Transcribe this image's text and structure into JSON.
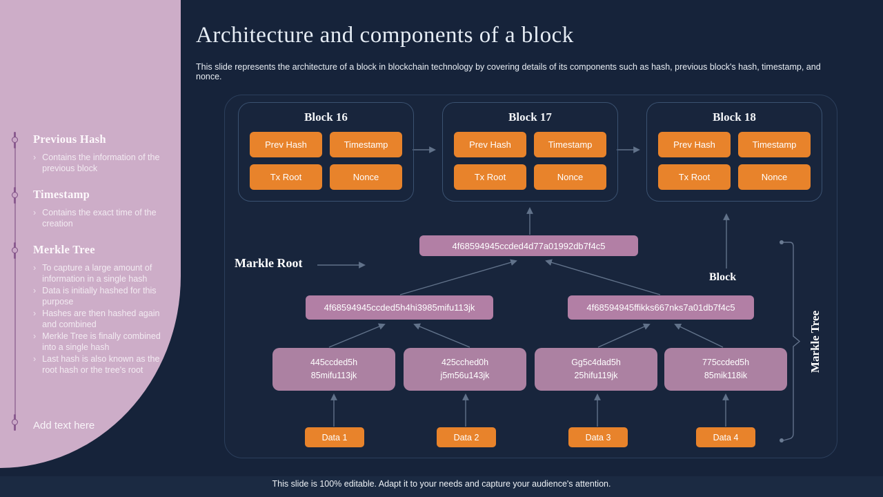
{
  "slide": {
    "title": "Architecture and components of a block",
    "subtitle": "This slide represents the architecture of a block in blockchain technology by covering details of its components such as hash, previous block's hash, timestamp, and nonce.",
    "footer": "This slide is 100% editable. Adapt it to your needs and capture your audience's attention."
  },
  "colors": {
    "background": "#16233a",
    "panel_pink": "#cdadc8",
    "accent_orange": "#e8832b",
    "hash_mauve": "#b27fa5",
    "line_gray": "#6a7b93"
  },
  "sidebar": {
    "bullet_glyph": "›",
    "sections": [
      {
        "heading": "Previous Hash",
        "bullets": [
          "Contains the information of the previous block"
        ]
      },
      {
        "heading": "Timestamp",
        "bullets": [
          "Contains the exact time of the creation"
        ]
      },
      {
        "heading": "Merkle Tree",
        "bullets": [
          "To capture a large amount of information in a single hash",
          "Data is initially hashed for this purpose",
          "Hashes are then hashed again and combined",
          "Merkle Tree is finally combined into a single hash",
          "Last hash is also known as the root hash or the tree's root"
        ]
      }
    ],
    "placeholder": "Add text here"
  },
  "chain": {
    "blocks": [
      {
        "title": "Block 16",
        "fields": [
          "Prev Hash",
          "Timestamp",
          "Tx Root",
          "Nonce"
        ]
      },
      {
        "title": "Block 17",
        "fields": [
          "Prev Hash",
          "Timestamp",
          "Tx Root",
          "Nonce"
        ]
      },
      {
        "title": "Block 18",
        "fields": [
          "Prev Hash",
          "Timestamp",
          "Tx Root",
          "Nonce"
        ]
      }
    ]
  },
  "merkle": {
    "root_label": "Markle Root",
    "block_label": "Block",
    "tree_label": "Markle Tree",
    "root_hash": "4f68594945ccded4d77a01992db7f4c5",
    "branch_hashes": [
      "4f68594945ccded5h4hi3985mifu113jk",
      "4f68594945ffikks667nks7a01db7f4c5"
    ],
    "leaf_hashes": [
      {
        "line1": "445ccded5h",
        "line2": "85mifu113jk"
      },
      {
        "line1": "425cched0h",
        "line2": "j5m56u143jk"
      },
      {
        "line1": "Gg5c4dad5h",
        "line2": "25hifu119jk"
      },
      {
        "line1": "775ccded5h",
        "line2": "85mik118ik"
      }
    ],
    "data_labels": [
      "Data 1",
      "Data 2",
      "Data 3",
      "Data 4"
    ]
  }
}
